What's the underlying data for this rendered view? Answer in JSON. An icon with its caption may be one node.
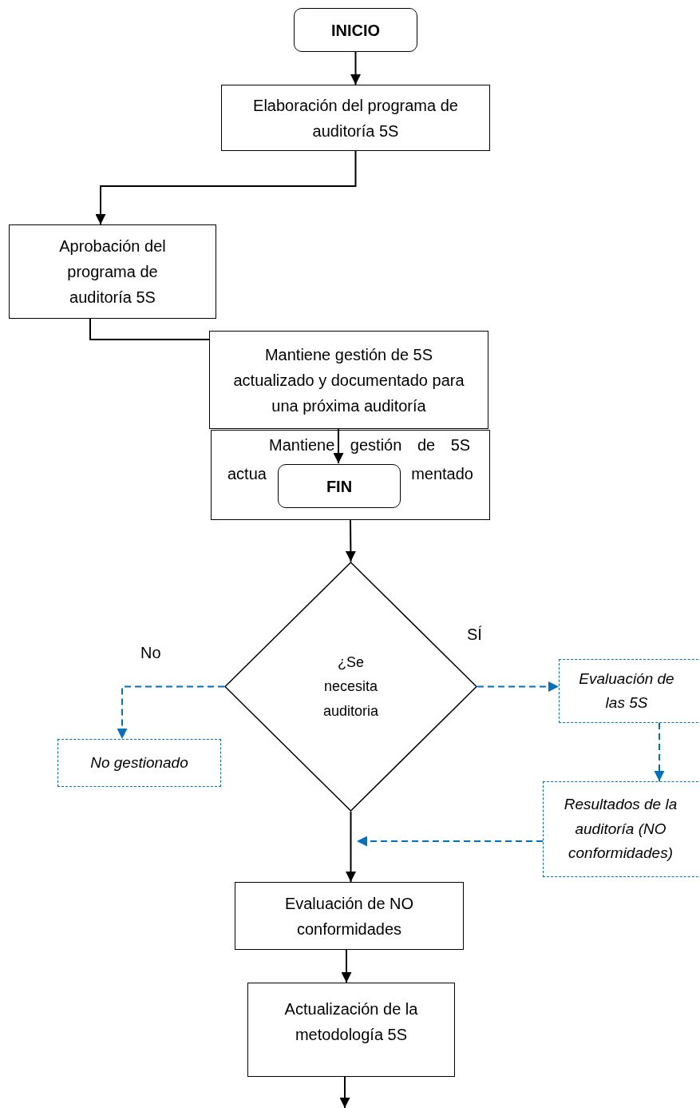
{
  "diagram": {
    "nodes": [
      {
        "text": [
          "INICIO"
        ]
      },
      {
        "text": [
          "Elaboración del programa de auditoría 5S"
        ]
      },
      {
        "text": [
          "Aprobación del programa de auditoría 5S"
        ]
      },
      {
        "text": [
          "Mantiene gestión de 5S actualizado y documentado para una próxima auditoría"
        ]
      },
      {
        "text": [
          "Mantiene gestión de 5S",
          "actua",
          "mentado"
        ]
      },
      {
        "text": [
          "FIN"
        ],
        "in": 4
      },
      {
        "text": [
          "¿Se necesita auditoria"
        ]
      },
      {
        "text": [
          "No gestionado"
        ]
      },
      {
        "text": [
          "Evaluación de las 5S"
        ]
      },
      {
        "text": [
          "Resultados de la auditoría (NO conformidades)"
        ]
      },
      {
        "text": [
          "Evaluación de NO conformidades"
        ]
      },
      {
        "text": [
          "Actualización de la metodología 5S"
        ]
      }
    ],
    "edges": [
      {
        "from": 0,
        "to": 1,
        "arrow": "to"
      },
      {
        "from": 1,
        "to": 2,
        "arrow": "to"
      },
      {
        "from": 2,
        "to": 3,
        "arrow": "none"
      },
      {
        "from": 3,
        "to": 5,
        "arrow": "to"
      },
      {
        "from": 4,
        "to": 6,
        "arrow": "to"
      },
      {
        "from": 6,
        "to": 7,
        "arrow": "to",
        "label": "No",
        "style": "dashed",
        "color": "#0070c0"
      },
      {
        "from": 6,
        "to": 8,
        "arrow": "to",
        "label": "SÍ",
        "style": "dashed",
        "color": "#0070c0"
      },
      {
        "from": 8,
        "to": 9,
        "arrow": "to",
        "style": "dashed",
        "color": "#0070c0"
      },
      {
        "from": 9,
        "to": null,
        "arrow": "to",
        "style": "dashed",
        "color": "#0070c0"
      },
      {
        "from": 6,
        "to": 10,
        "arrow": "to"
      },
      {
        "from": 10,
        "to": 11,
        "arrow": "to"
      },
      {
        "from": 11,
        "to": null,
        "arrow": "to"
      }
    ]
  }
}
